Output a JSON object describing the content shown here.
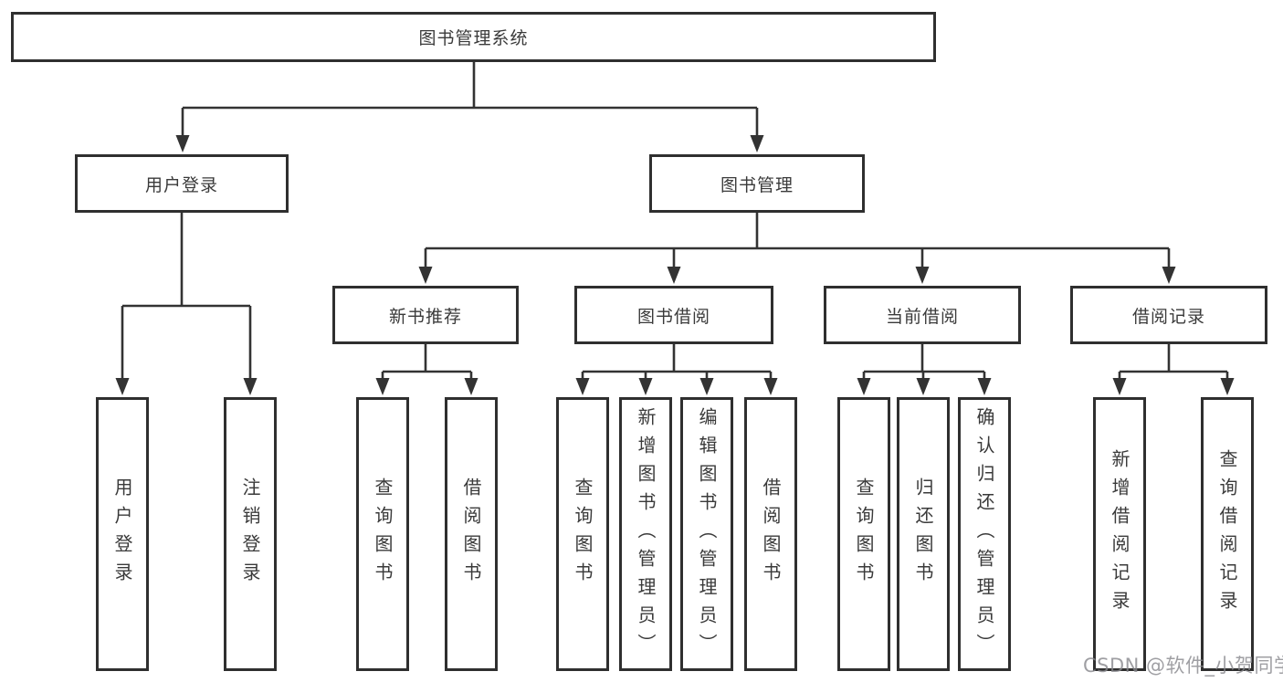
{
  "diagram": {
    "root": {
      "label": "图书管理系统"
    },
    "branches": [
      {
        "label": "用户登录",
        "children": [
          {
            "label": "用户登录"
          },
          {
            "label": "注销登录"
          }
        ]
      },
      {
        "label": "图书管理",
        "children": [
          {
            "label": "新书推荐",
            "children": [
              {
                "label": "查询图书"
              },
              {
                "label": "借阅图书"
              }
            ]
          },
          {
            "label": "图书借阅",
            "children": [
              {
                "label": "查询图书"
              },
              {
                "label": "新增图书（管理员）"
              },
              {
                "label": "编辑图书（管理员）"
              },
              {
                "label": "借阅图书"
              }
            ]
          },
          {
            "label": "当前借阅",
            "children": [
              {
                "label": "查询图书"
              },
              {
                "label": "归还图书"
              },
              {
                "label": "确认归还（管理员）"
              }
            ]
          },
          {
            "label": "借阅记录",
            "children": [
              {
                "label": "新增借阅记录"
              },
              {
                "label": "查询借阅记录"
              }
            ]
          }
        ]
      }
    ],
    "watermark": "CSDN @软件_小贺同学"
  },
  "colors": {
    "line": "#333333",
    "box_border": "#2f2f2f",
    "text": "#3a3a3a",
    "watermark": "#87878c",
    "background": "#ffffff"
  }
}
